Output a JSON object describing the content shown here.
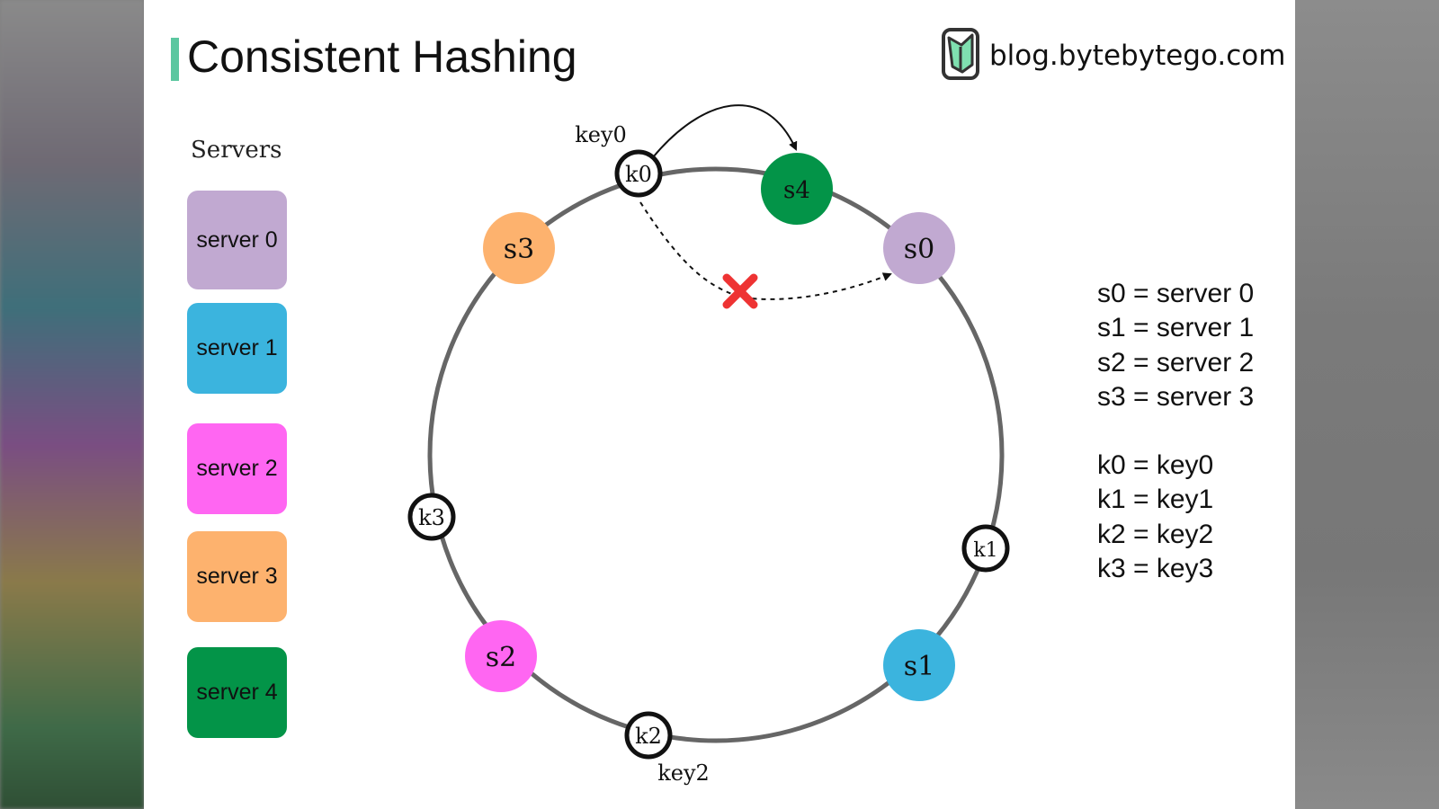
{
  "title": "Consistent Hashing",
  "brand": {
    "text": "blog.bytebytego.com",
    "icon": "bytebytego-logo-icon"
  },
  "servers": {
    "heading": "Servers",
    "items": [
      {
        "label": "server 0",
        "color": "#c1a9d1"
      },
      {
        "label": "server 1",
        "color": "#3bb4de"
      },
      {
        "label": "server 2",
        "color": "#ff66f2"
      },
      {
        "label": "server 3",
        "color": "#fdb26e"
      },
      {
        "label": "server 4",
        "color": "#039448"
      }
    ]
  },
  "ring": {
    "nodes": [
      {
        "id": "s0",
        "label": "s0",
        "color": "#c1a9d1"
      },
      {
        "id": "s1",
        "label": "s1",
        "color": "#3bb4de"
      },
      {
        "id": "s2",
        "label": "s2",
        "color": "#ff66f2"
      },
      {
        "id": "s3",
        "label": "s3",
        "color": "#fdb26e"
      },
      {
        "id": "s4",
        "label": "s4",
        "color": "#039448"
      }
    ],
    "keys": [
      {
        "id": "k0",
        "label": "k0",
        "caption": "key0"
      },
      {
        "id": "k1",
        "label": "k1"
      },
      {
        "id": "k2",
        "label": "k2",
        "caption": "key2"
      },
      {
        "id": "k3",
        "label": "k3"
      }
    ],
    "removed_marker_icon": "red-x-icon"
  },
  "legend": {
    "servers": [
      "s0 = server 0",
      "s1 = server 1",
      "s2 = server 2",
      "s3 = server 3"
    ],
    "keys": [
      "k0 = key0",
      "k1 = key1",
      "k2 = key2",
      "k3 = key3"
    ]
  }
}
